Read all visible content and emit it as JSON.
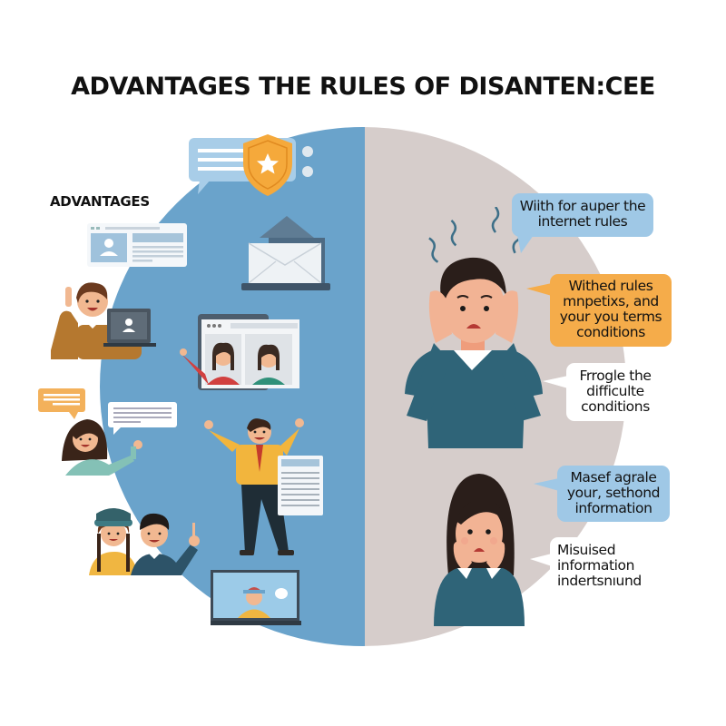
{
  "title": "ADVANTAGES THE RULES OF DISANTEN:CEE",
  "left_section": {
    "label": "ADVANTAGES",
    "color": "#6aa3cb",
    "illustrations": [
      "chat-bubble-icon",
      "shield-star-icon",
      "profile-card-icon",
      "envelope-laptop-icon",
      "man-with-laptop",
      "video-call-window",
      "woman-with-chat",
      "cheering-man-with-document",
      "two-kids-waving",
      "laptop-with-video"
    ]
  },
  "right_section": {
    "color": "#d6cdcb",
    "bubbles": [
      {
        "text": "Wiith for auper the\ninternet rules",
        "color": "#9fc8e6"
      },
      {
        "text": "Withed rules\nmnpetixs, and\nyour you terms\nconditions",
        "color": "#f5ac4a"
      },
      {
        "text": "Frrogle the\ndifficulte\nconditions",
        "color": "#ffffff"
      },
      {
        "text": "Masef agrale\nyour, sethond\ninformation",
        "color": "#9fc8e6"
      },
      {
        "text": "Misuised\ninformation\nindertsnıund",
        "color": "#ffffff"
      }
    ],
    "illustrations": [
      "stressed-man",
      "worried-woman"
    ]
  }
}
